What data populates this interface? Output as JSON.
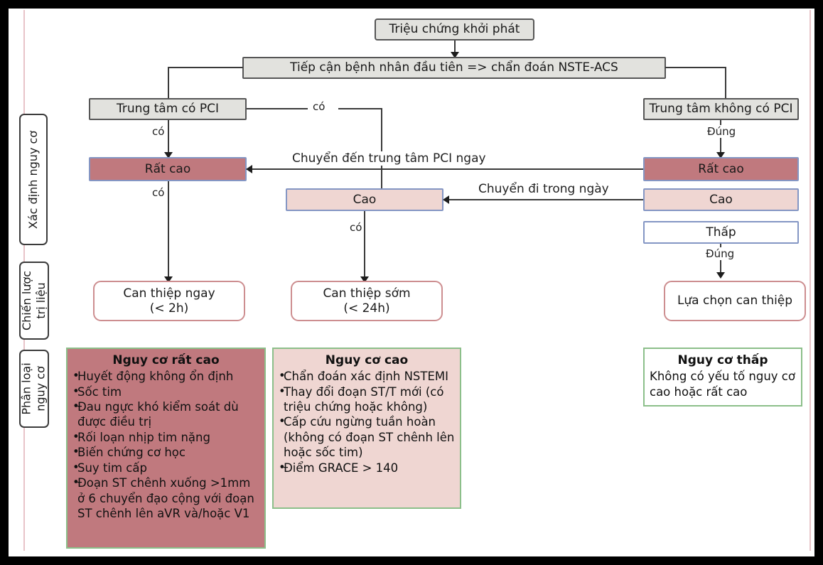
{
  "diagram": {
    "title": "NSTE-ACS risk stratification and treatment strategy flowchart",
    "colors": {
      "very_high_risk": "#c0797e",
      "high_risk": "#efd6d2",
      "low_risk": "#ffffff",
      "risk_border": "#8496c4",
      "process_fill": "#e2e2de",
      "process_border": "#565656",
      "treatment_border": "#cd8e90",
      "legend_border": "#8cbf8a",
      "frame": "#000000",
      "frame_inner": "#e8c4c8"
    }
  },
  "side_labels": [
    {
      "id": "risk-assessment",
      "text": "Xác định nguy cơ"
    },
    {
      "id": "treatment-strategy",
      "line1": "Chiến lược",
      "line2": "trị liệu"
    },
    {
      "id": "risk-classification",
      "line1": "Phân loại",
      "line2": "nguy cơ"
    }
  ],
  "nodes": {
    "onset": "Triệu chứng khởi phát",
    "first_contact": "Tiếp cận bệnh nhân đầu tiên => chẩn đoán NSTE-ACS",
    "center_with_pci": "Trung tâm có PCI",
    "center_without_pci": "Trung  tâm  không có PCI",
    "left_very_high": "Rất cao",
    "mid_high": "Cao",
    "right_very_high": "Rất cao",
    "right_high": "Cao",
    "right_low": "Thấp",
    "immediate": {
      "line1": "Can thiệp ngay",
      "line2": "(< 2h)"
    },
    "early": {
      "line1": "Can thiệp sớm",
      "line2": "(< 24h)"
    },
    "elective": "Lựa chọn can thiệp"
  },
  "edge_labels": {
    "pci_yes": "có",
    "left_yes_1": "có",
    "left_yes_2": "có",
    "mid_yes": "có",
    "transfer_now": "Chuyển đến trung tâm PCI ngay",
    "transfer_sameday": "Chuyển đi trong ngày",
    "right_correct_1": "Đúng",
    "right_correct_2": "Đúng"
  },
  "legends": [
    {
      "id": "very-high",
      "title": "Nguy cơ rất cao",
      "items": [
        "Huyết động không ổn định",
        "Sốc tim",
        "Đau ngực khó kiểm soát dù được điều trị",
        "Rối loạn nhịp tim nặng",
        "Biến chứng cơ học",
        "Suy tim cấp",
        "Đoạn ST chênh xuống >1mm ở 6 chuyển đạo cộng với đoạn ST chênh lên aVR và/hoặc V1"
      ]
    },
    {
      "id": "high",
      "title": "Nguy cơ cao",
      "items": [
        "Chẩn đoán xác định NSTEMI",
        "Thay đổi đoạn ST/T mới (có triệu chứng hoặc không)",
        "Cấp cứu ngừng tuần hoàn (không có đoạn ST chênh lên hoặc sốc tim)",
        "Điểm GRACE > 140"
      ]
    },
    {
      "id": "low",
      "title": "Nguy cơ thấp",
      "text": "Không có yếu tố nguy cơ cao hoặc rất cao"
    }
  ]
}
